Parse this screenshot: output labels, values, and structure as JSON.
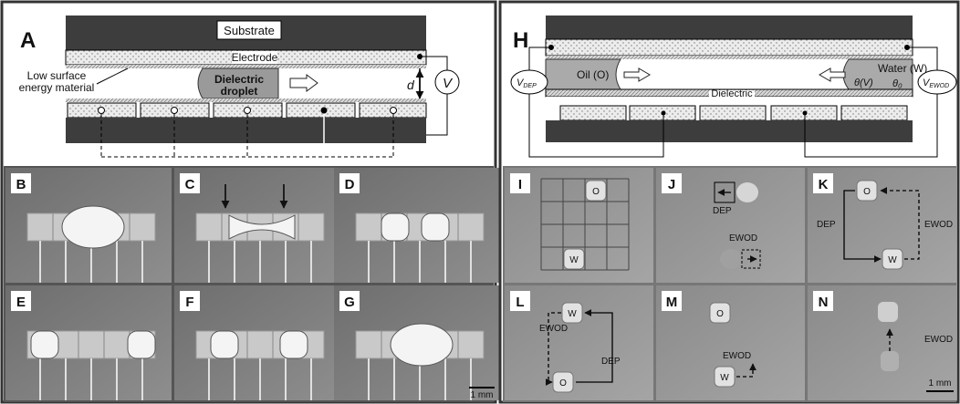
{
  "left": {
    "panel_label": "A",
    "substrate": "Substrate",
    "electrode": "Electrode",
    "dielectric_droplet_line1": "Dielectric",
    "dielectric_droplet_line2": "droplet",
    "low_surface_line1": "Low surface",
    "low_surface_line2": "energy material",
    "gap": "d",
    "voltage": "V",
    "photo_panels": [
      "B",
      "C",
      "D",
      "E",
      "F",
      "G"
    ],
    "scale_bar": "1 mm"
  },
  "right": {
    "panel_label": "H",
    "v_dep": "V",
    "v_dep_sub": "DEP",
    "v_ewod": "V",
    "v_ewod_sub": "EWOD",
    "oil": "Oil (O)",
    "water": "Water (W)",
    "theta_v": "θ(V)",
    "theta_0": "θ₀",
    "dielectric": "Dielectric",
    "photo_panels": [
      "I",
      "J",
      "K",
      "L",
      "M",
      "N"
    ],
    "o_label": "O",
    "w_label": "W",
    "dep": "DEP",
    "ewod": "EWOD",
    "scale_bar": "1 mm"
  },
  "colors": {
    "border": "#333333",
    "dark_plate": "#3d3d3d",
    "dot_fill": "#e8e8e8",
    "droplet": "#9a9a9a",
    "photo_bg": "#7f7f7f"
  }
}
